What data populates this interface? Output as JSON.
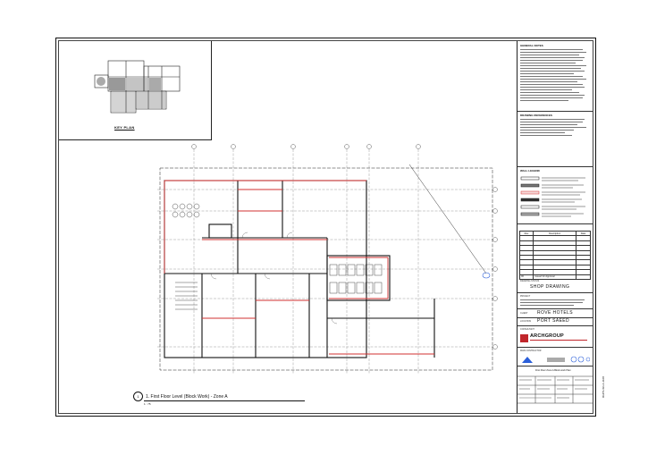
{
  "key_plan": {
    "label": "KEY PLAN"
  },
  "view_title": {
    "number": "1",
    "name": "1. First Floor Level (Block Work) - Zone A",
    "scale": "1 : 75"
  },
  "title_block": {
    "general_notes_header": "GENERAL NOTES",
    "drawing_notes_header": "DRAWING REFERENCES",
    "legend_header": "WALL LEGEND",
    "revision_headers": [
      "Rev.",
      "Description",
      "Date"
    ],
    "revision_note": "Issued for Approval",
    "drawing_status_label": "DRAWING STATUS",
    "drawing_status": "SHOP DRAWING",
    "project_label": "PROJECT",
    "client_label": "CLIENT",
    "client": "ROVE HOTELS",
    "location_label": "LOCATION",
    "location": "PORT SAEED",
    "consultant_label": "CONSULTANT",
    "consultant": "ARCHGROUP",
    "contractor_label": "MAIN CONTRACTOR",
    "sheet_title": "First Floor Zone A Block work Plan",
    "vertical_stamp": "RHPS-SD-A-1108"
  },
  "colors": {
    "wall_red": "#d23030",
    "consultant_red": "#c0262b",
    "grid": "#333333",
    "marker_blue": "#2b5fd9"
  }
}
